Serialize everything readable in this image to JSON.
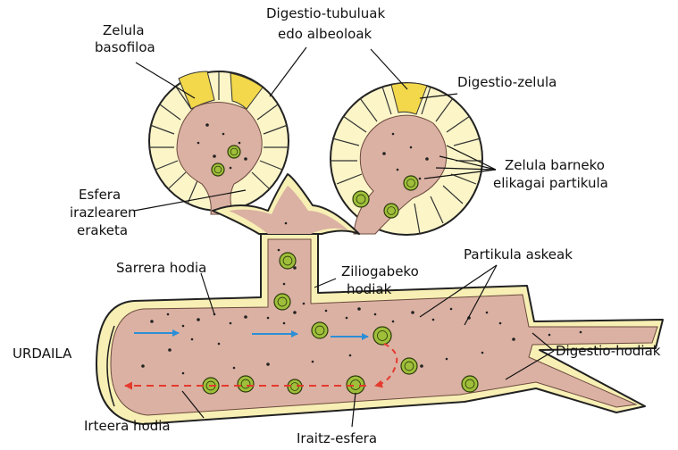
{
  "labels": {
    "zelula_basofiloa_1": "Zelula",
    "zelula_basofiloa_2": "basofiloa",
    "digestio_tubuluak_1": "Digestio-tubuluak",
    "digestio_tubuluak_2": "edo albeoloak",
    "digestio_zelula": "Digestio-zelula",
    "zelula_barneko_1": "Zelula barneko",
    "zelula_barneko_2": "elikagai partikula",
    "esfera_1": "Esfera",
    "esfera_2": "irazlearen",
    "esfera_3": "eraketa",
    "sarrera_hodia": "Sarrera hodia",
    "ziliogabeko_1": "Ziliogabeko",
    "ziliogabeko_2": "hodiak",
    "partikula_askeak": "Partikula askeak",
    "urdaila": "URDAILA",
    "digestio_hodiak": "Digestio-hodiak",
    "irteera_hodia": "Irteera hodia",
    "iraitz_esfera": "Iraitz-esfera"
  },
  "colors": {
    "wall": "#f7efb4",
    "lumen": "#dbb1a3",
    "cell": "#fbf5c8",
    "basophil": "#f2d84a",
    "sphere": "#9fbf3a",
    "inflow_arrow": "#2c8fd6",
    "outflow_arrow": "#e53a2e",
    "outline": "#222222"
  }
}
